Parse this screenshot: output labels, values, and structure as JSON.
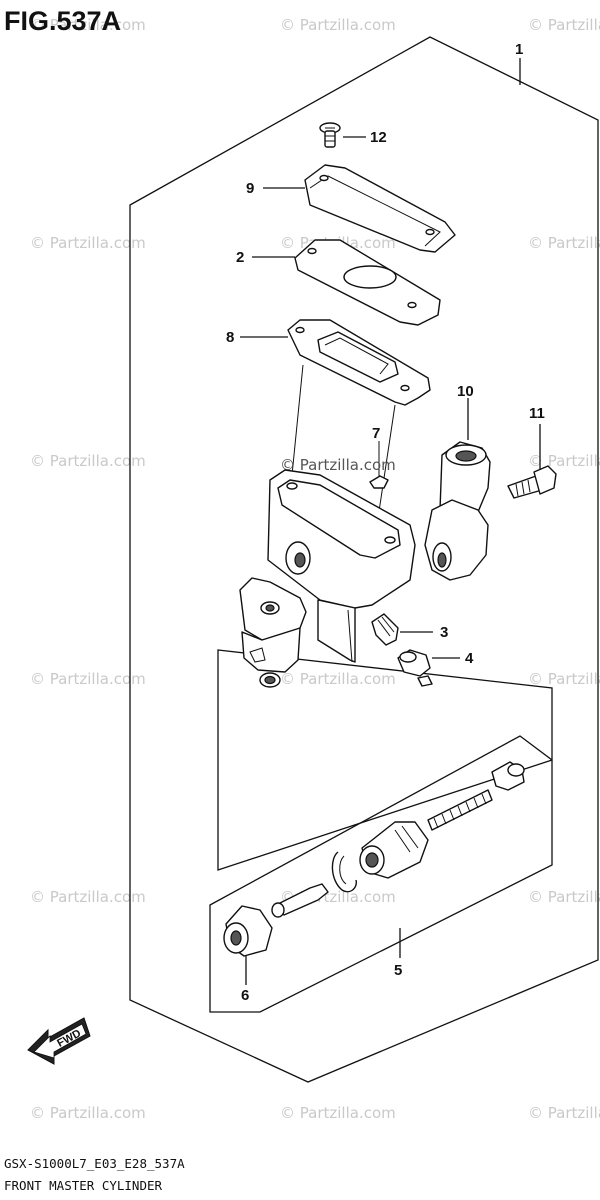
{
  "figure": {
    "title": "FIG.537A",
    "model_code": "GSX-S1000L7_E03_E28_537A",
    "name": "FRONT MASTER CYLINDER"
  },
  "callouts": {
    "c1": "1",
    "c2": "2",
    "c3": "3",
    "c4": "4",
    "c5": "5",
    "c6": "6",
    "c7": "7",
    "c8": "8",
    "c9": "9",
    "c10": "10",
    "c11": "11",
    "c12": "12"
  },
  "fwd_label": "FWD",
  "watermarks": {
    "site": "© Partzilla.com",
    "inline": "© Partzilla.com"
  }
}
